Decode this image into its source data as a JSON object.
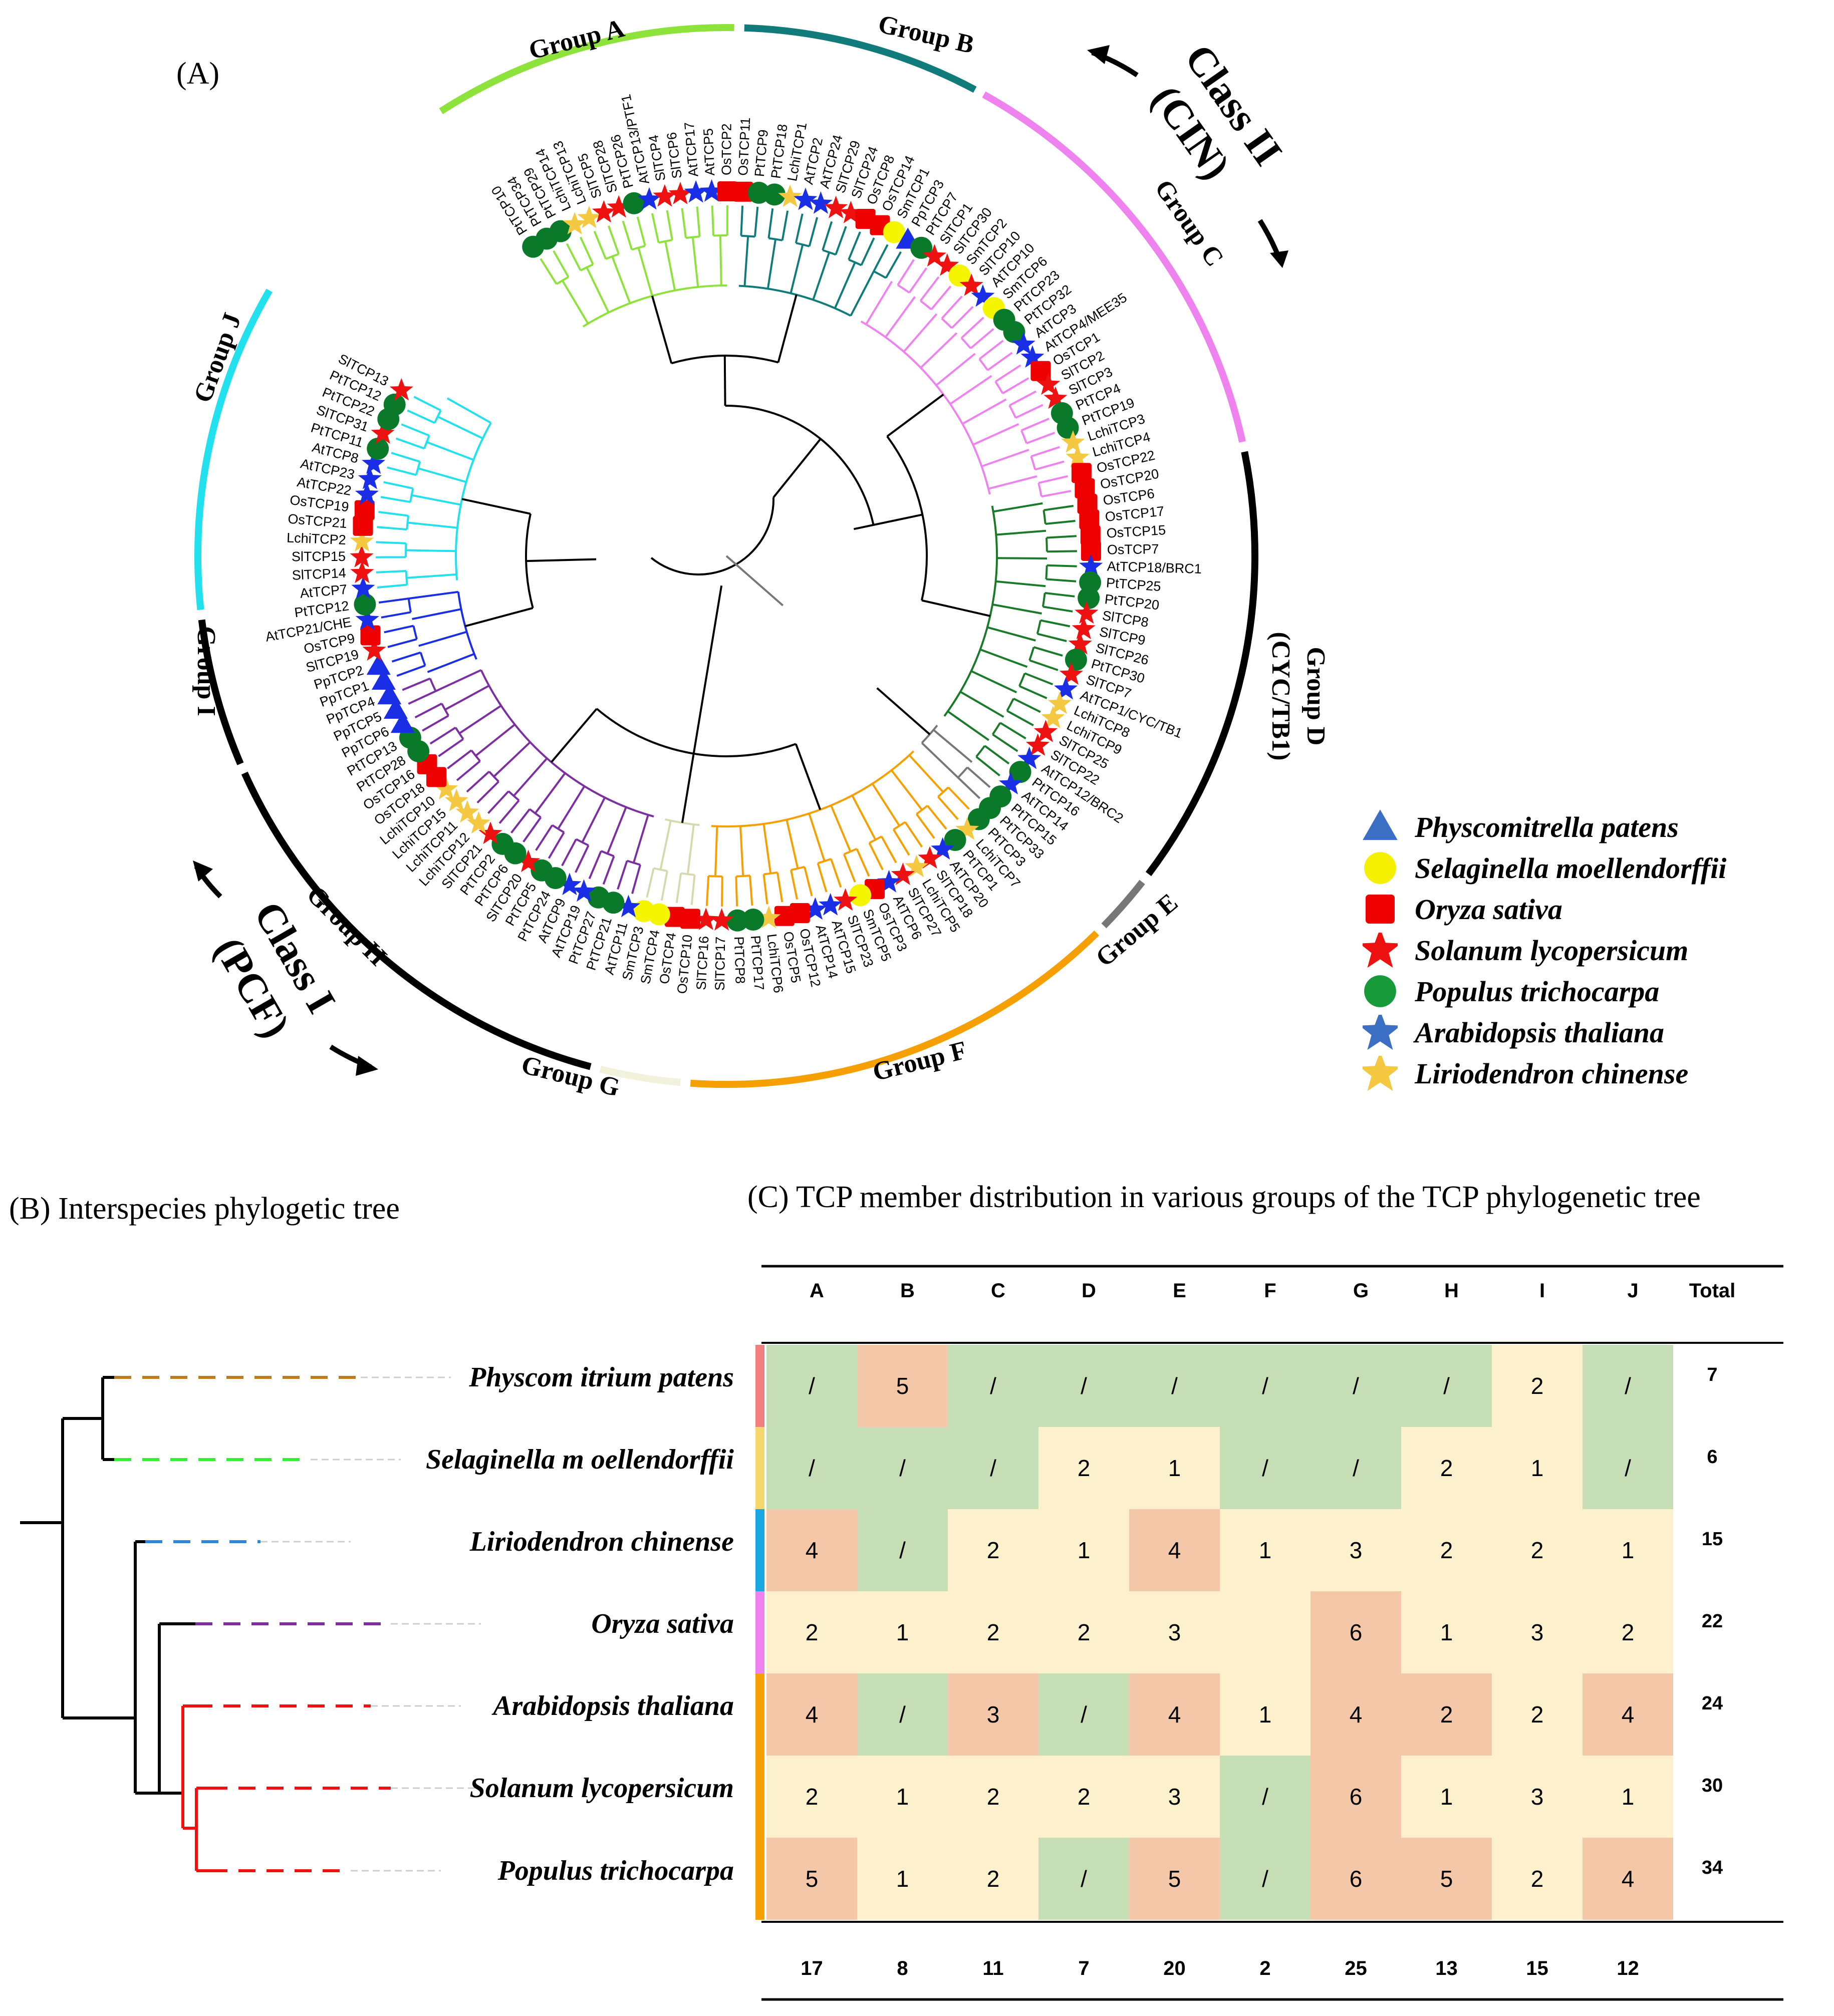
{
  "panel_a": {
    "label": "(A)",
    "group_labels": {
      "A": "Group A",
      "B": "Group B",
      "C": "Group C",
      "D": "Group D",
      "D_sub": "(CYC/TB1)",
      "E": "Group E",
      "F": "Group F",
      "G": "Group G",
      "H": "Group H",
      "I": "Group I",
      "J": "Group J"
    },
    "class_labels": {
      "class2_line1": "Class II",
      "class2_line2": "(CIN)",
      "class1_line1": "Class I",
      "class1_line2": "(PCF)"
    },
    "group_colors": {
      "A": "#8ee23c",
      "B": "#117a7a",
      "C": "#ee82ee",
      "D": "#000000",
      "E": "#777777",
      "F": "#f5a000",
      "G": "#f1f1dc",
      "H": "#000000",
      "I": "#000000",
      "J": "#22e0ee"
    },
    "species_colors": {
      "Pp": "#1a2ee6",
      "Sm": "#f5f500",
      "Os": "#ee0000",
      "Sl": "#ee1111",
      "Pt": "#0a7a2a",
      "At": "#1a2ee6",
      "Lchi": "#f5c842"
    },
    "leaves": [
      {
        "name": "PtTCP10",
        "sp": "Pt"
      },
      {
        "name": "PtTCP34",
        "sp": "Pt"
      },
      {
        "name": "PtTCP29",
        "sp": "Pt"
      },
      {
        "name": "LchiTCP14",
        "sp": "Lchi"
      },
      {
        "name": "LchiTCP13",
        "sp": "Lchi"
      },
      {
        "name": "SlTCP5",
        "sp": "Sl"
      },
      {
        "name": "SlTCP28",
        "sp": "Sl"
      },
      {
        "name": "PtTCP26",
        "sp": "Pt"
      },
      {
        "name": "AtTCP13/PTF1",
        "sp": "At"
      },
      {
        "name": "SlTCP4",
        "sp": "Sl"
      },
      {
        "name": "SlTCP6",
        "sp": "Sl"
      },
      {
        "name": "AtTCP17",
        "sp": "At"
      },
      {
        "name": "AtTCP5",
        "sp": "At"
      },
      {
        "name": "OsTCP2",
        "sp": "Os"
      },
      {
        "name": "OsTCP11",
        "sp": "Os"
      },
      {
        "name": "PtTCP9",
        "sp": "Pt"
      },
      {
        "name": "PtTCP18",
        "sp": "Pt"
      },
      {
        "name": "LchiTCP1",
        "sp": "Lchi"
      },
      {
        "name": "AtTCP2",
        "sp": "At"
      },
      {
        "name": "AtTCP24",
        "sp": "At"
      },
      {
        "name": "SlTCP29",
        "sp": "Sl"
      },
      {
        "name": "SlTCP24",
        "sp": "Sl"
      },
      {
        "name": "OsTCP8",
        "sp": "Os"
      },
      {
        "name": "OsTCP14",
        "sp": "Os"
      },
      {
        "name": "SmTCP1",
        "sp": "Sm"
      },
      {
        "name": "PpTCP3",
        "sp": "Pp"
      },
      {
        "name": "PtTCP7",
        "sp": "Pt"
      },
      {
        "name": "SlTCP1",
        "sp": "Sl"
      },
      {
        "name": "SlTCP30",
        "sp": "Sl"
      },
      {
        "name": "SmTCP2",
        "sp": "Sm"
      },
      {
        "name": "SlTCP10",
        "sp": "Sl"
      },
      {
        "name": "AtTCP10",
        "sp": "At"
      },
      {
        "name": "SmTCP6",
        "sp": "Sm"
      },
      {
        "name": "PtTCP23",
        "sp": "Pt"
      },
      {
        "name": "PtTCP32",
        "sp": "Pt"
      },
      {
        "name": "AtTCP3",
        "sp": "At"
      },
      {
        "name": "AtTCP4/MEE35",
        "sp": "At"
      },
      {
        "name": "OsTCP1",
        "sp": "Os"
      },
      {
        "name": "SlTCP2",
        "sp": "Sl"
      },
      {
        "name": "SlTCP3",
        "sp": "Sl"
      },
      {
        "name": "PtTCP4",
        "sp": "Pt"
      },
      {
        "name": "PtTCP19",
        "sp": "Pt"
      },
      {
        "name": "LchiTCP3",
        "sp": "Lchi"
      },
      {
        "name": "LchiTCP4",
        "sp": "Lchi"
      },
      {
        "name": "OsTCP22",
        "sp": "Os"
      },
      {
        "name": "OsTCP20",
        "sp": "Os"
      },
      {
        "name": "OsTCP6",
        "sp": "Os"
      },
      {
        "name": "OsTCP17",
        "sp": "Os"
      },
      {
        "name": "OsTCP15",
        "sp": "Os"
      },
      {
        "name": "OsTCP7",
        "sp": "Os"
      },
      {
        "name": "AtTCP18/BRC1",
        "sp": "At"
      },
      {
        "name": "PtTCP25",
        "sp": "Pt"
      },
      {
        "name": "PtTCP20",
        "sp": "Pt"
      },
      {
        "name": "SlTCP8",
        "sp": "Sl"
      },
      {
        "name": "SlTCP9",
        "sp": "Sl"
      },
      {
        "name": "SlTCP26",
        "sp": "Sl"
      },
      {
        "name": "PtTCP30",
        "sp": "Pt"
      },
      {
        "name": "SlTCP7",
        "sp": "Sl"
      },
      {
        "name": "AtTCP1/CYC/TB1",
        "sp": "At"
      },
      {
        "name": "LchiTCP8",
        "sp": "Lchi"
      },
      {
        "name": "LchiTCP9",
        "sp": "Lchi"
      },
      {
        "name": "SlTCP25",
        "sp": "Sl"
      },
      {
        "name": "SlTCP22",
        "sp": "Sl"
      },
      {
        "name": "AtTCP12/BRC2",
        "sp": "At"
      },
      {
        "name": "PtTCP16",
        "sp": "Pt"
      },
      {
        "name": "AtTCP14",
        "sp": "At"
      },
      {
        "name": "PtTCP15",
        "sp": "Pt"
      },
      {
        "name": "PtTCP33",
        "sp": "Pt"
      },
      {
        "name": "PtTCP3",
        "sp": "Pt"
      },
      {
        "name": "LchiTCP7",
        "sp": "Lchi"
      },
      {
        "name": "PtTCP1",
        "sp": "Pt"
      },
      {
        "name": "AtTCP20",
        "sp": "At"
      },
      {
        "name": "SlTCP18",
        "sp": "Sl"
      },
      {
        "name": "LchiTCP5",
        "sp": "Lchi"
      },
      {
        "name": "SlTCP27",
        "sp": "Sl"
      },
      {
        "name": "AtTCP6",
        "sp": "At"
      },
      {
        "name": "OsTCP3",
        "sp": "Os"
      },
      {
        "name": "SmTCP5",
        "sp": "Sm"
      },
      {
        "name": "SlTCP23",
        "sp": "Sl"
      },
      {
        "name": "AtTCP15",
        "sp": "At"
      },
      {
        "name": "AtTCP14",
        "sp": "At"
      },
      {
        "name": "OsTCP12",
        "sp": "Os"
      },
      {
        "name": "OsTCP5",
        "sp": "Os"
      },
      {
        "name": "LchiTCP6",
        "sp": "Lchi"
      },
      {
        "name": "PtTCP17",
        "sp": "Pt"
      },
      {
        "name": "PtTCP8",
        "sp": "Pt"
      },
      {
        "name": "SlTCP17",
        "sp": "Sl"
      },
      {
        "name": "SlTCP16",
        "sp": "Sl"
      },
      {
        "name": "OsTCP10",
        "sp": "Os"
      },
      {
        "name": "OsTCP4",
        "sp": "Os"
      },
      {
        "name": "SmTCP4",
        "sp": "Sm"
      },
      {
        "name": "SmTCP3",
        "sp": "Sm"
      },
      {
        "name": "AtTCP11",
        "sp": "At"
      },
      {
        "name": "PtTCP21",
        "sp": "Pt"
      },
      {
        "name": "PtTCP27",
        "sp": "Pt"
      },
      {
        "name": "AtTCP19",
        "sp": "At"
      },
      {
        "name": "AtTCP9",
        "sp": "At"
      },
      {
        "name": "PtTCP24",
        "sp": "Pt"
      },
      {
        "name": "PtTCP5",
        "sp": "Pt"
      },
      {
        "name": "SlTCP20",
        "sp": "Sl"
      },
      {
        "name": "PtTCP6",
        "sp": "Pt"
      },
      {
        "name": "PtTCP2",
        "sp": "Pt"
      },
      {
        "name": "SlTCP21",
        "sp": "Sl"
      },
      {
        "name": "LchiTCP12",
        "sp": "Lchi"
      },
      {
        "name": "LchiTCP11",
        "sp": "Lchi"
      },
      {
        "name": "LchiTCP15",
        "sp": "Lchi"
      },
      {
        "name": "LchiTCP10",
        "sp": "Lchi"
      },
      {
        "name": "OsTCP18",
        "sp": "Os"
      },
      {
        "name": "OsTCP16",
        "sp": "Os"
      },
      {
        "name": "PtTCP28",
        "sp": "Pt"
      },
      {
        "name": "PtTCP13",
        "sp": "Pt"
      },
      {
        "name": "PpTCP6",
        "sp": "Pp"
      },
      {
        "name": "PpTCP5",
        "sp": "Pp"
      },
      {
        "name": "PpTCP4",
        "sp": "Pp"
      },
      {
        "name": "PpTCP1",
        "sp": "Pp"
      },
      {
        "name": "PpTCP2",
        "sp": "Pp"
      },
      {
        "name": "SlTCP19",
        "sp": "Sl"
      },
      {
        "name": "OsTCP9",
        "sp": "Os"
      },
      {
        "name": "AtTCP21/CHE",
        "sp": "At"
      },
      {
        "name": "PtTCP12",
        "sp": "Pt"
      },
      {
        "name": "AtTCP7",
        "sp": "At"
      },
      {
        "name": "SlTCP14",
        "sp": "Sl"
      },
      {
        "name": "SlTCP15",
        "sp": "Sl"
      },
      {
        "name": "LchiTCP2",
        "sp": "Lchi"
      },
      {
        "name": "OsTCP21",
        "sp": "Os"
      },
      {
        "name": "OsTCP19",
        "sp": "Os"
      },
      {
        "name": "AtTCP22",
        "sp": "At"
      },
      {
        "name": "AtTCP23",
        "sp": "At"
      },
      {
        "name": "AtTCP8",
        "sp": "At"
      },
      {
        "name": "PtTCP11",
        "sp": "Pt"
      },
      {
        "name": "SlTCP31",
        "sp": "Sl"
      },
      {
        "name": "PtTCP22",
        "sp": "Pt"
      },
      {
        "name": "PtTCP12",
        "sp": "Pt"
      },
      {
        "name": "SlTCP13",
        "sp": "Sl"
      }
    ]
  },
  "legend": {
    "items": [
      {
        "label": "Physcomitrella patens",
        "shape": "triangle",
        "color": "#3a6fc4"
      },
      {
        "label": "Selaginella moellendorffii",
        "shape": "circle",
        "color": "#f5f000"
      },
      {
        "label": "Oryza sativa",
        "shape": "square",
        "color": "#ee0000"
      },
      {
        "label": "Solanum lycopersicum",
        "shape": "star",
        "color": "#ee1111"
      },
      {
        "label": "Populus trichocarpa",
        "shape": "circle",
        "color": "#179a3a"
      },
      {
        "label": "Arabidopsis thaliana",
        "shape": "star",
        "color": "#3a6fc4"
      },
      {
        "label": "Liriodendron chinense",
        "shape": "star",
        "color": "#f5c842"
      }
    ]
  },
  "panel_b": {
    "title": "(B) Interspecies phylogetic tree",
    "species": [
      {
        "label": "Physcom itrium  patens",
        "color": "#c07a1a"
      },
      {
        "label": "Selaginella m oellendorffii",
        "color": "#33ee33"
      },
      {
        "label": "Liriodendron chinense",
        "color": "#2f86d6"
      },
      {
        "label": "Oryza sativa",
        "color": "#7b2fa0"
      },
      {
        "label": "Arabidopsis thaliana",
        "color": "#ee1111"
      },
      {
        "label": "Solanum  lycopersicum",
        "color": "#ee1111"
      },
      {
        "label": "Populus trichocarpa",
        "color": "#ee1111"
      }
    ]
  },
  "panel_c": {
    "title": "(C) TCP member distribution in various groups of the TCP phylogenetic tree",
    "headers": [
      "A",
      "B",
      "C",
      "D",
      "E",
      "F",
      "G",
      "H",
      "I",
      "J",
      "Total"
    ],
    "rows": [
      {
        "cells": [
          "/",
          "5",
          "/",
          "/",
          "/",
          "/",
          "/",
          "/",
          "2",
          "/"
        ],
        "total": "7",
        "bar": "#f08080"
      },
      {
        "cells": [
          "/",
          "/",
          "/",
          "2",
          "1",
          "/",
          "/",
          "2",
          "1",
          "/"
        ],
        "total": "6",
        "bar": "#f5d76e"
      },
      {
        "cells": [
          "4",
          "/",
          "2",
          "1",
          "4",
          "1",
          "3",
          "2",
          "2",
          "1"
        ],
        "total": "15",
        "bar": "#1aa6e0"
      },
      {
        "cells": [
          "2",
          "1",
          "2",
          "2",
          "3",
          "",
          "6",
          "1",
          "3",
          "2"
        ],
        "total": "22",
        "bar": "#ee82ee"
      },
      {
        "cells": [
          "4",
          "/",
          "3",
          "/",
          "4",
          "1",
          "4",
          "2",
          "2",
          "4"
        ],
        "total": "24",
        "bar": "#f5a000"
      },
      {
        "cells": [
          "2",
          "1",
          "2",
          "2",
          "3",
          "/",
          "6",
          "1",
          "3",
          "1"
        ],
        "total": "30",
        "bar": "#f5a000"
      },
      {
        "cells": [
          "5",
          "1",
          "2",
          "/",
          "5",
          "/",
          "6",
          "5",
          "2",
          "4"
        ],
        "total": "34",
        "bar": "#f5a000"
      }
    ],
    "column_totals": [
      "17",
      "8",
      "11",
      "7",
      "20",
      "2",
      "25",
      "13",
      "15",
      "12"
    ],
    "cell_colors": {
      "green": "#c5deb5",
      "orange": "#f4c7a8",
      "cream": "#fdf0cc"
    },
    "color_map": [
      [
        "green",
        "orange",
        "green",
        "green",
        "green",
        "green",
        "green",
        "green",
        "cream",
        "green"
      ],
      [
        "green",
        "green",
        "green",
        "cream",
        "cream",
        "green",
        "green",
        "cream",
        "cream",
        "green"
      ],
      [
        "orange",
        "green",
        "cream",
        "cream",
        "orange",
        "cream",
        "cream",
        "cream",
        "cream",
        "cream"
      ],
      [
        "cream",
        "cream",
        "cream",
        "cream",
        "cream",
        "cream",
        "orange",
        "cream",
        "cream",
        "cream"
      ],
      [
        "orange",
        "green",
        "orange",
        "green",
        "orange",
        "cream",
        "orange",
        "orange",
        "cream",
        "orange"
      ],
      [
        "cream",
        "cream",
        "cream",
        "cream",
        "cream",
        "green",
        "orange",
        "cream",
        "cream",
        "cream"
      ],
      [
        "orange",
        "cream",
        "cream",
        "green",
        "orange",
        "green",
        "orange",
        "orange",
        "cream",
        "orange"
      ]
    ]
  }
}
